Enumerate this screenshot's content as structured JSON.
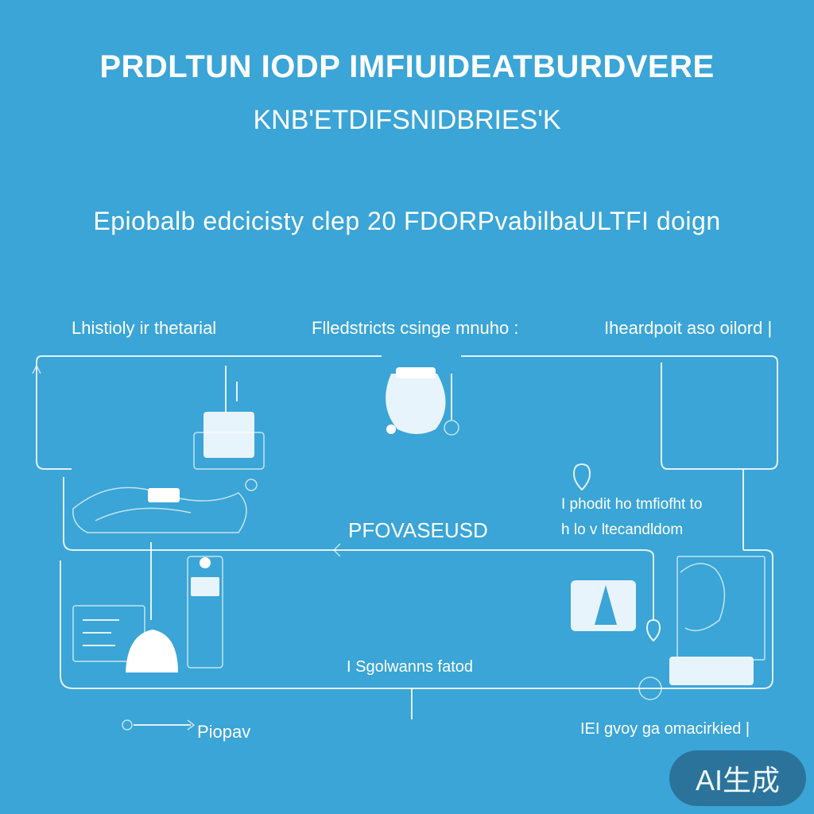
{
  "heading": {
    "line1": "PRDLTUN IODP IMFIUIDEATBURDVERE",
    "line2": "KNB'ETDIFSNIDBRIES'K",
    "subtitle": "Epiobalb edcicisty clep 20 FDORPvabilbaULTFI doign"
  },
  "labels": {
    "top_left": "Lhistioly ir thetarial",
    "top_center": "Flledstricts csinge mnuho :",
    "top_right": "Iheardpoit aso oilord |",
    "middle": "PFOVASEUSD",
    "right_note_1": "I phodit ho tmfiofht to",
    "right_note_2": "h lo v ltecandldom",
    "bottom_center": "I Sgolwanns fatod",
    "bottom_left": "Piopav",
    "bottom_right": "IEI gvoy ga omacirkied |"
  },
  "badge": "AI生成",
  "colors": {
    "background": "#3aa5d6",
    "line": "#ffffff",
    "badge": "#2a6f96"
  }
}
